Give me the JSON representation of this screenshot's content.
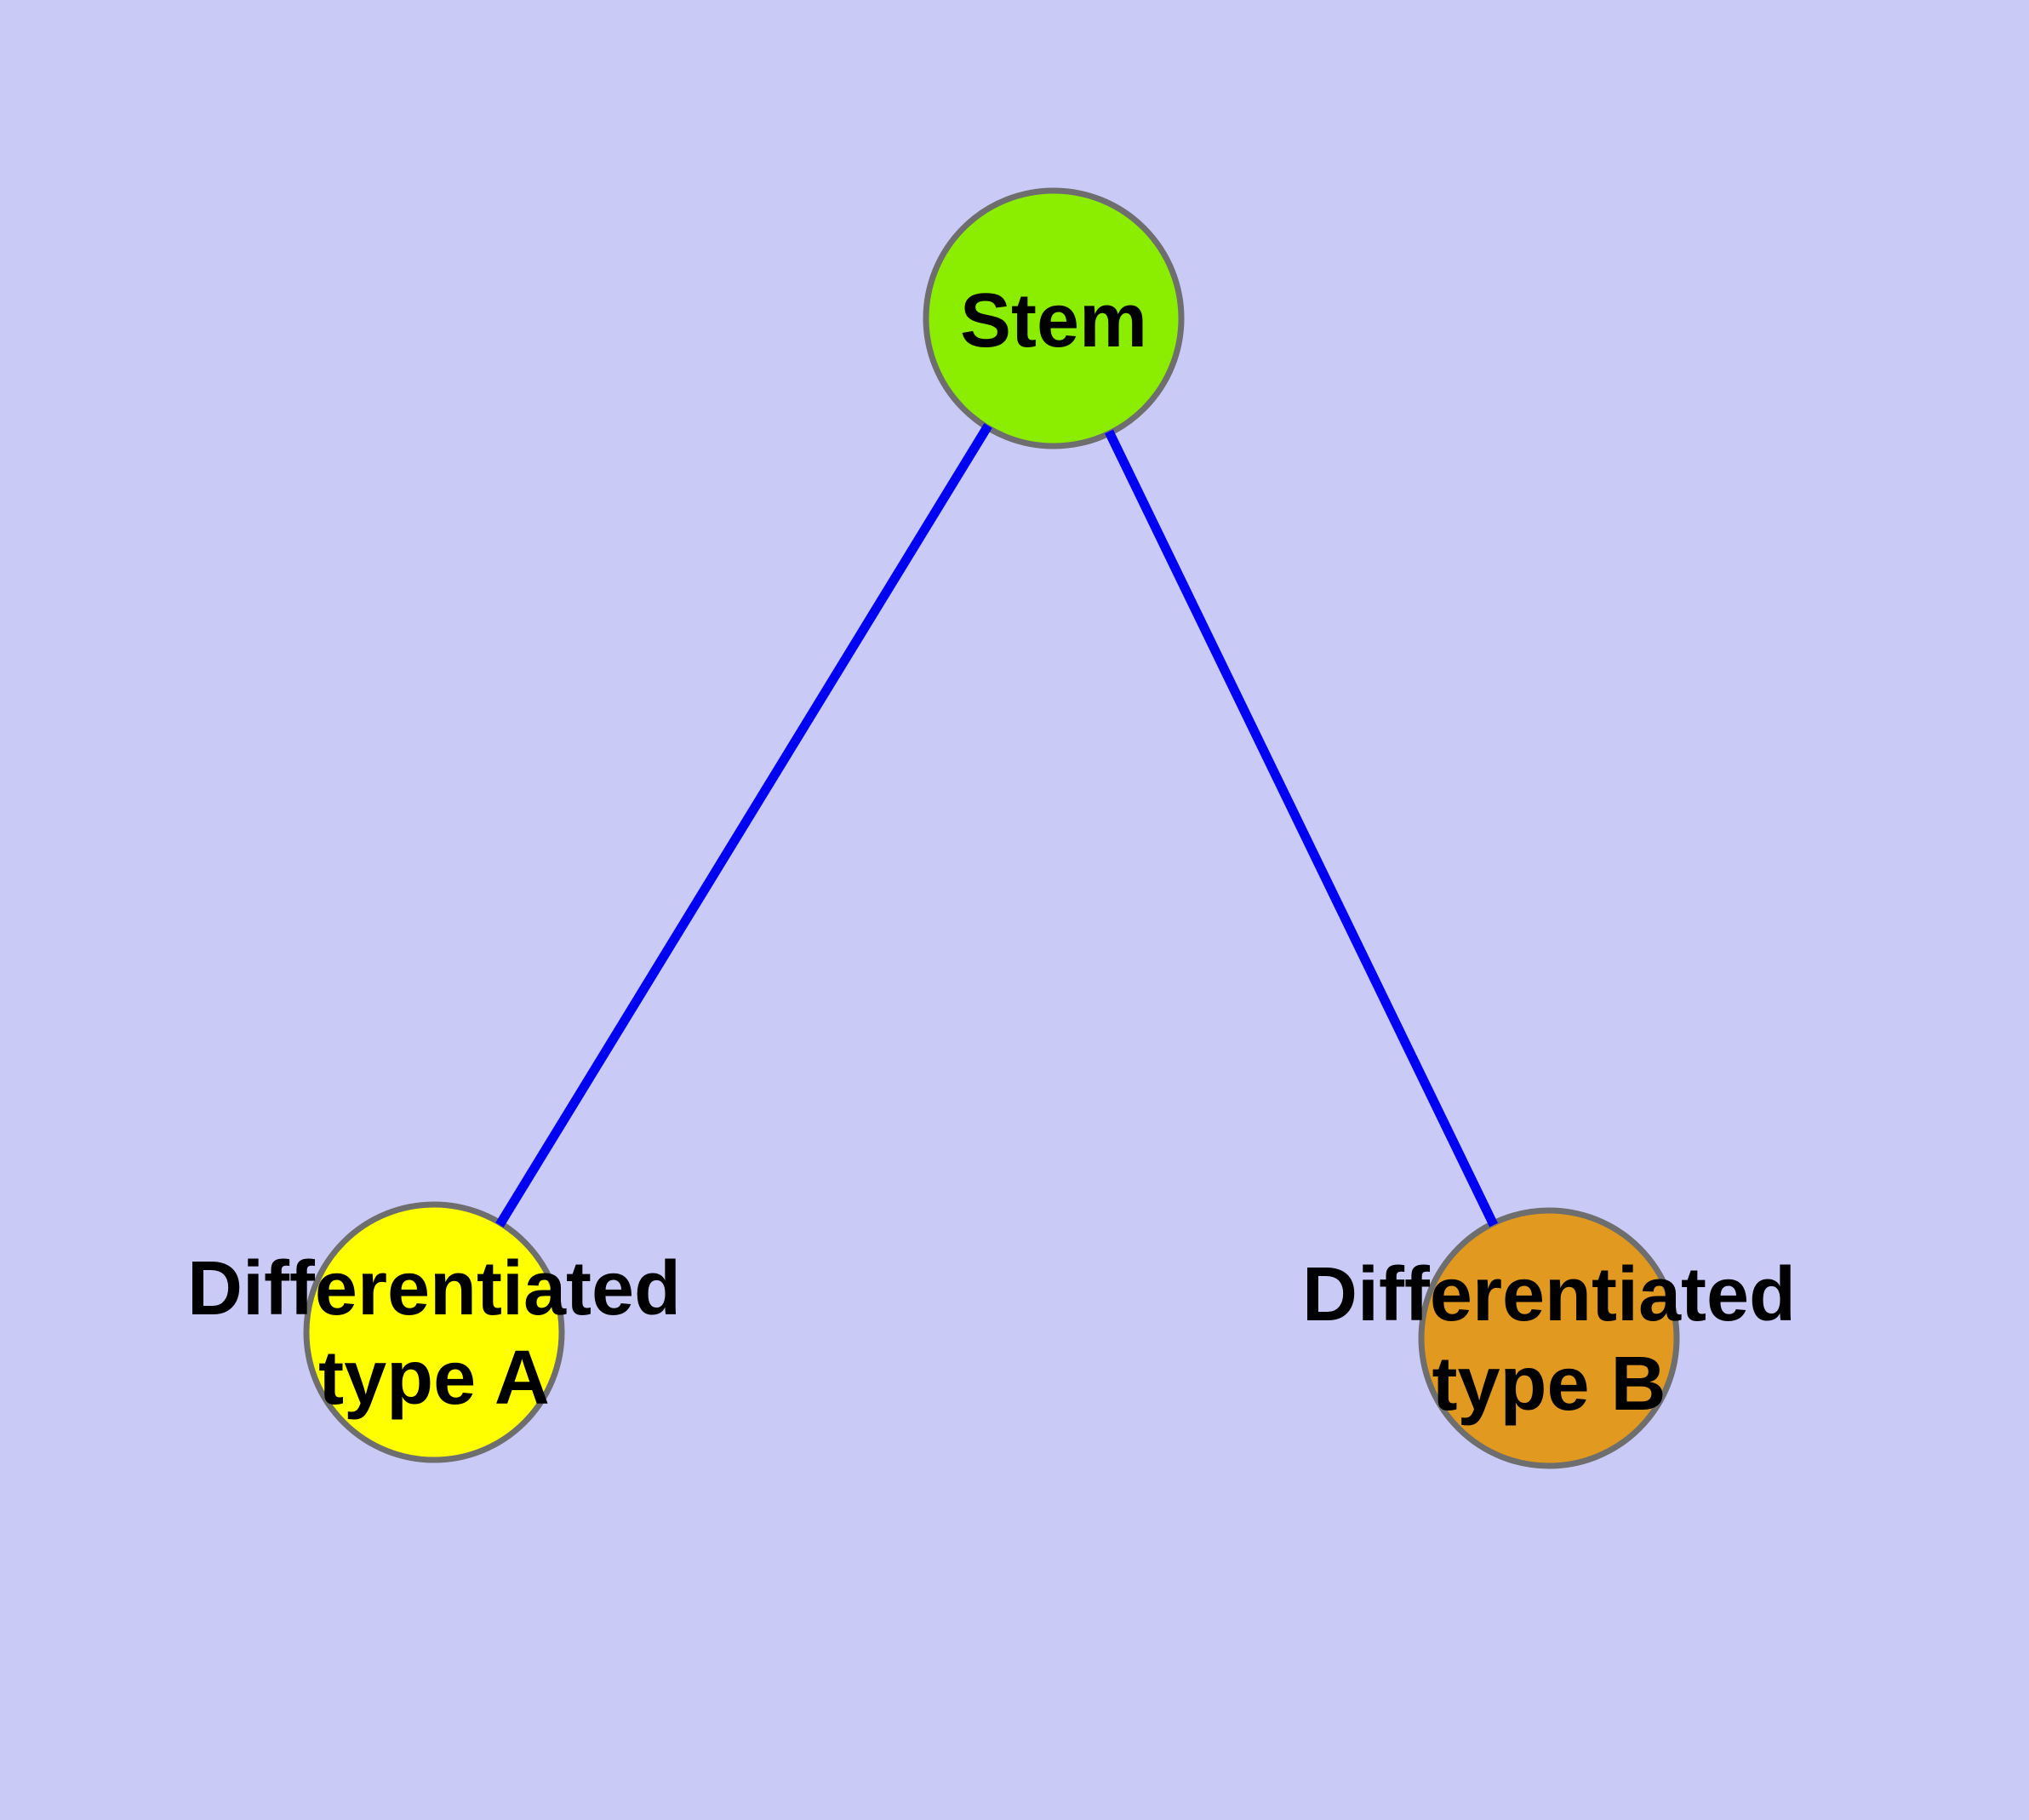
{
  "diagram": {
    "background_color": "#cacaf7",
    "edge_color": "#0202f2",
    "node_border_color": "#6e6e6e",
    "label_color": "#000000",
    "nodes": [
      {
        "id": "stem",
        "label": "Stem",
        "label_lines": {
          "line1": "Stem"
        },
        "fill": "#8bee00"
      },
      {
        "id": "differentiated-type-a",
        "label": "Differentiated type A",
        "label_lines": {
          "line1": "Differentiated",
          "line2": "type A"
        },
        "fill": "#ffff00"
      },
      {
        "id": "differentiated-type-b",
        "label": "Differentiated type B",
        "label_lines": {
          "line1": "Differentiated",
          "line2": "type B"
        },
        "fill": "#e2991f"
      }
    ],
    "edges": [
      {
        "from": "Stem",
        "to": "Differentiated type A"
      },
      {
        "from": "Stem",
        "to": "Differentiated type B"
      }
    ]
  }
}
